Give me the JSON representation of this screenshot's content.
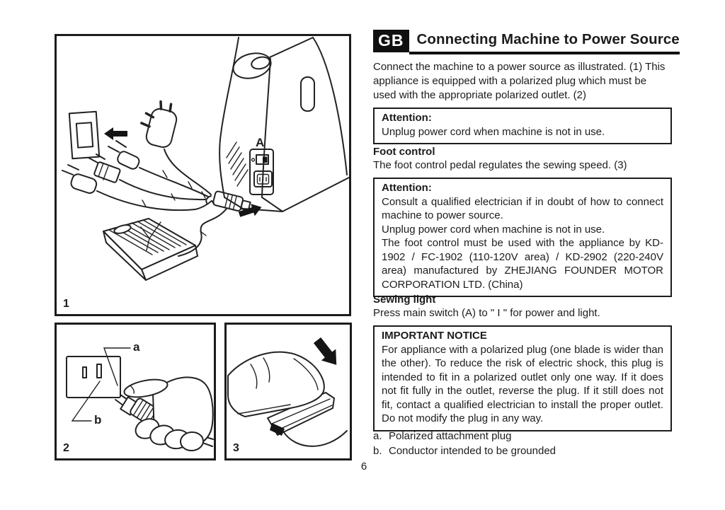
{
  "page_number": "6",
  "header": {
    "badge": "GB",
    "title": "Connecting Machine to Power Source"
  },
  "intro": "Connect the machine to a power source as illustrated. (1) This appliance is equipped with a polarized plug which must be used with the appropriate polarized outlet. (2)",
  "attention_unplug": {
    "title": "Attention:",
    "body": "Unplug power cord when machine is not in use."
  },
  "foot_control": {
    "heading": "Foot control",
    "body": "The foot control pedal regulates the sewing speed. (3)"
  },
  "attention_electrician": {
    "title": "Attention:",
    "paragraphs": [
      "Consult a qualified electrician if in doubt of how to connect machine to power source.",
      "Unplug power cord when machine is not in use.",
      "The foot control must be used with the appliance by KD-1902 / FC-1902 (110-120V area) / KD-2902 (220-240V area) manufactured by ZHEJIANG FOUNDER MOTOR CORPORATION LTD. (China)"
    ]
  },
  "sewing_light": {
    "heading": "Sewing light",
    "body": "Press main switch (A) to \" I \" for power and light."
  },
  "important_notice": {
    "title": "IMPORTANT NOTICE",
    "body": "For appliance with a polarized plug (one blade is wider than the other). To reduce the risk of electric shock, this plug is intended to fit in a polarized outlet only one way. If it does not fit fully in the outlet, reverse the plug. If it still does not fit, contact a qualified electrician to install the proper outlet. Do not modify the plug in any way."
  },
  "notes": [
    {
      "marker": "a.",
      "text": "Polarized attachment plug"
    },
    {
      "marker": "b.",
      "text": "Conductor intended to be grounded"
    }
  ],
  "figures": {
    "fig1": {
      "label": "1",
      "switch_label": "A"
    },
    "fig2": {
      "label": "2",
      "callout_a": "a",
      "callout_b": "b"
    },
    "fig3": {
      "label": "3"
    }
  },
  "colors": {
    "ink": "#1c1c1c",
    "paper": "#ffffff"
  }
}
